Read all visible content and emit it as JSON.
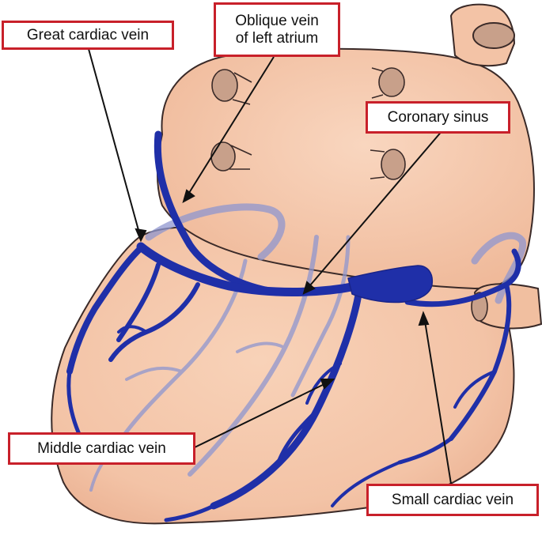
{
  "labels": {
    "great_cardiac_vein": "Great cardiac vein",
    "oblique_vein_left_atrium": "Oblique vein\nof left atrium",
    "coronary_sinus": "Coronary sinus",
    "middle_cardiac_vein": "Middle cardiac vein",
    "small_cardiac_vein": "Small cardiac vein"
  },
  "colors": {
    "label_border": "#c8202a",
    "vein": "#1f2fa8",
    "vein_faint": "#8f96cf",
    "heart_fill": "#f3c3a6",
    "heart_outline": "#3a2a28",
    "vessel_stump": "#c8a08a"
  }
}
